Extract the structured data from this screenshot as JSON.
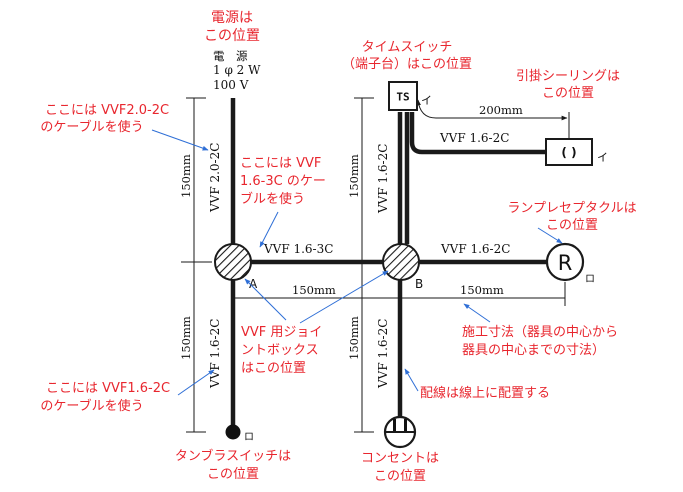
{
  "labels": {
    "power_note_1": "電源は",
    "power_note_2": "この位置",
    "power_spec_1": "電　源",
    "power_spec_2": "1 φ 2 W",
    "power_spec_3": "100 V",
    "ts_note_1": "タイムスイッチ",
    "ts_note_2": "（端子台）はこの位置",
    "ts_symbol": "TS",
    "ceiling_note_1": "引掛シーリングは",
    "ceiling_note_2": "この位置",
    "ceiling_symbol": "( )",
    "cable_top_note_1": "ここには VVF2.0-2C",
    "cable_top_note_2": "のケーブルを使う",
    "cable_3c_note_1": "ここには VVF",
    "cable_3c_note_2": "1.6-3C のケー",
    "cable_3c_note_3": "ブルを使う",
    "lamp_note_1": "ランプレセプタクルは",
    "lamp_note_2": "この位置",
    "lamp_symbol": "R",
    "joint_note_1": "VVF 用ジョイ",
    "joint_note_2": "ントボックス",
    "joint_note_3": "はこの位置",
    "dim_note_1": "施工寸法（器具の中心から",
    "dim_note_2": "器具の中心までの寸法）",
    "cable_bottom_note_1": "ここには VVF1.6-2C",
    "cable_bottom_note_2": "のケーブルを使う",
    "wire_note": "配線は線上に配置する",
    "switch_note_1": "タンブラスイッチは",
    "switch_note_2": "この位置",
    "outlet_note_1": "コンセントは",
    "outlet_note_2": "この位置"
  },
  "cables": {
    "a_top": "VVF 2.0-2C",
    "a_bottom": "VVF 1.6-2C",
    "ab": "VVF 1.6-3C",
    "b_top": "VVF 1.6-2C",
    "b_right": "VVF 1.6-2C",
    "b_bottom": "VVF 1.6-2C",
    "ts_ceiling": "VVF 1.6-2C"
  },
  "dimensions": {
    "a_top": "150mm",
    "a_bottom": "150mm",
    "b_top": "150mm",
    "b_bottom": "150mm",
    "ab": "150mm",
    "b_lamp": "150mm",
    "ts_ceiling": "200mm"
  },
  "points": {
    "a": "A",
    "b": "B",
    "ts_wire_mark": "イ",
    "ceiling_wire_mark": "イ",
    "lamp_wire_mark": "ロ",
    "switch_wire_mark": "ロ"
  },
  "colors": {
    "annotation": "#e8262e",
    "leader": "#2f6fd6",
    "wire": "#1a1a1a"
  }
}
